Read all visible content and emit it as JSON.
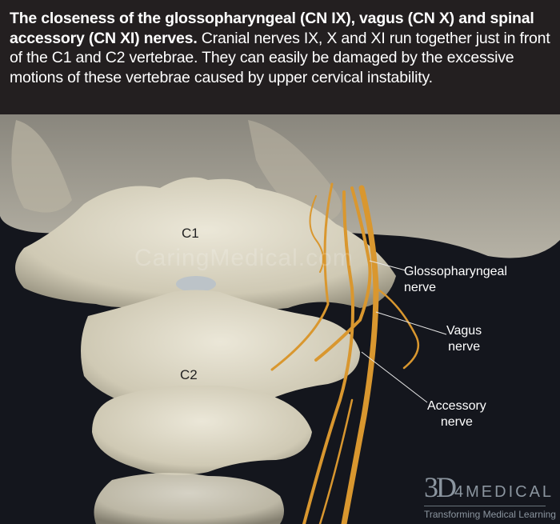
{
  "caption": {
    "bold": "The closeness of the glossopharyngeal (CN IX), vagus (CN X) and spinal accessory (CN XI) nerves.",
    "text": " Cranial nerves IX, X and XI run together just in front of the C1 and C2 vertebrae. They can easily be damaged by the excessive motions of these vertebrae caused by upper cervical instability."
  },
  "labels": {
    "c1": "C1",
    "c2": "C2",
    "glossopharyngeal": [
      "Glossopharyngeal",
      "nerve"
    ],
    "vagus": [
      "Vagus",
      "nerve"
    ],
    "accessory": [
      "Accessory",
      "nerve"
    ]
  },
  "watermark": "CaringMedical.com",
  "logo": {
    "mark": "3D",
    "word": "4MEDICAL",
    "tagline": "Transforming Medical Learning"
  },
  "colors": {
    "bone": "#d9d4c2",
    "nerve": "#d9972f",
    "background": "#14161d",
    "caption_bg": "#231f20"
  }
}
